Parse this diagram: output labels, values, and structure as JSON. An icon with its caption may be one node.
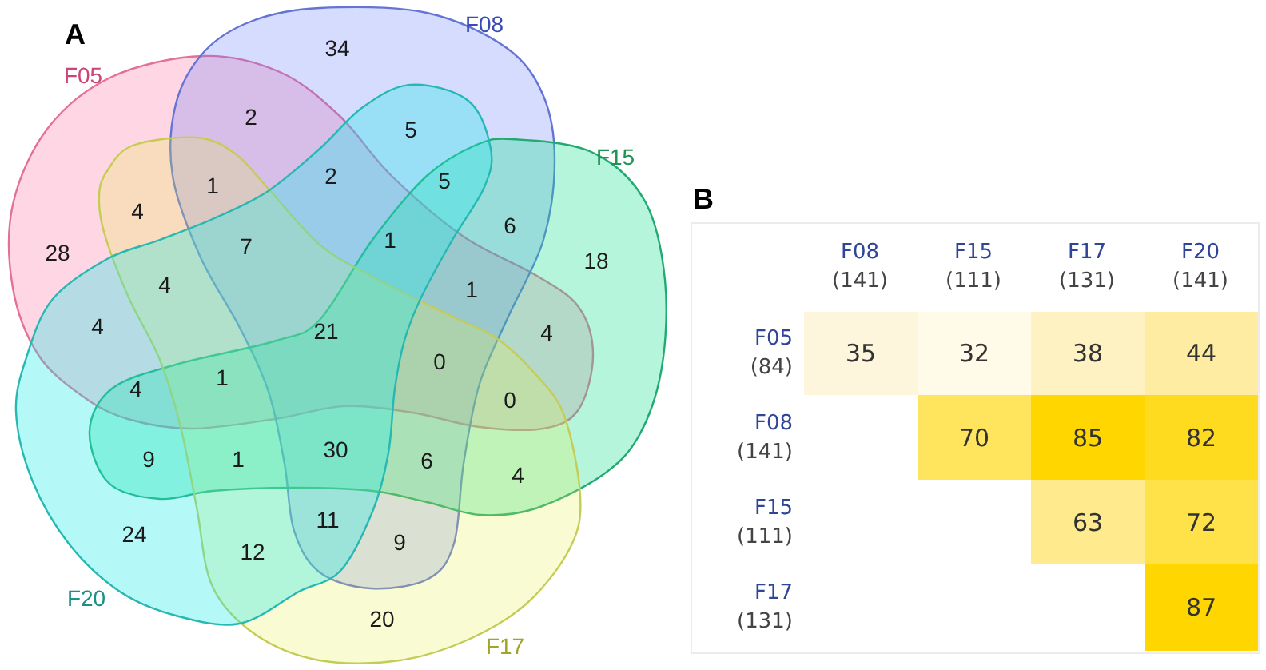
{
  "diagram": {
    "nodes": [
      {
        "text": [
          "F05"
        ]
      },
      {
        "text": [
          "F08"
        ]
      },
      {
        "text": [
          "F15"
        ]
      },
      {
        "text": [
          "F17"
        ]
      },
      {
        "text": [
          "F20"
        ]
      }
    ],
    "labels": [
      "A",
      "34",
      "2",
      "5",
      "1",
      "2",
      "5",
      "4",
      "6",
      "28",
      "7",
      "1",
      "18",
      "4",
      "1",
      "4",
      "21",
      "4",
      "4",
      "1",
      "0",
      "0",
      "9",
      "1",
      "30",
      "6",
      "4",
      "24",
      "12",
      "11",
      "9",
      "20",
      "B",
      "F08",
      "(141)",
      "F15",
      "(111)",
      "F17",
      "(131)",
      "F20",
      "(141)",
      "F05",
      "(84)",
      "35",
      "32",
      "38",
      "44",
      "F08",
      "(141)",
      "70",
      "85",
      "82",
      "F15",
      "(111)",
      "63",
      "72",
      "F17",
      "(131)",
      "87"
    ]
  }
}
